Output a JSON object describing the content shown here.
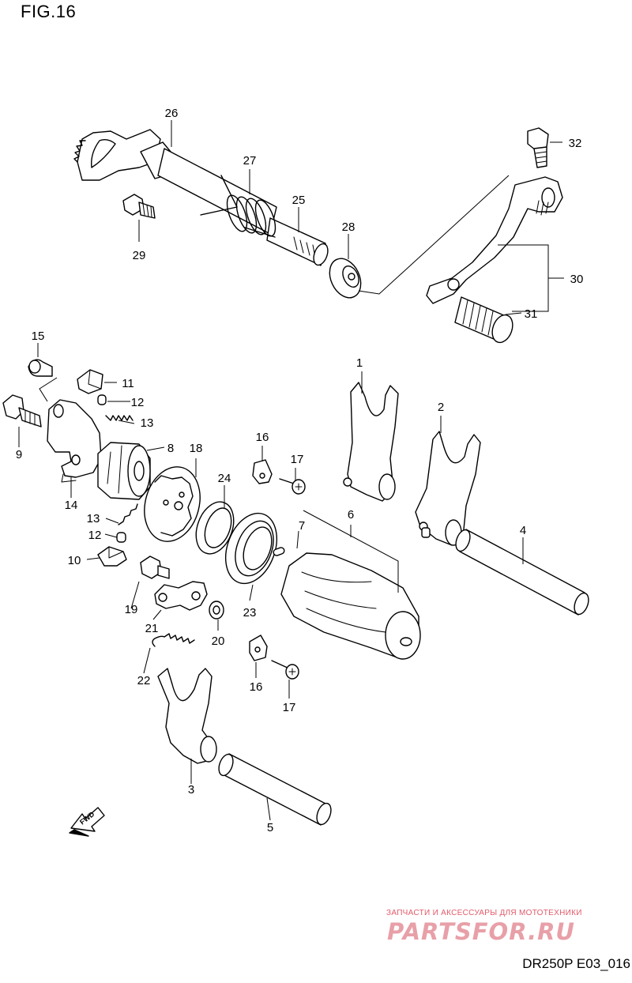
{
  "figure": {
    "title": "FIG.16",
    "model_code": "DR250P E03_016"
  },
  "watermark": {
    "tagline": "ЗАПЧАСТИ И АКСЕССУАРЫ ДЛЯ МОТОТЕХНИКИ",
    "brand": "PARTSFOR.RU",
    "color": "#e8a0a8"
  },
  "direction_indicator": {
    "label": "FWD",
    "icon": "fwd-arrow-icon"
  },
  "callouts": [
    "1",
    "2",
    "3",
    "4",
    "5",
    "6",
    "7",
    "8",
    "9",
    "10",
    "11",
    "12",
    "12",
    "13",
    "13",
    "14",
    "15",
    "16",
    "16",
    "17",
    "17",
    "18",
    "19",
    "20",
    "21",
    "22",
    "23",
    "24",
    "25",
    "26",
    "27",
    "28",
    "29",
    "30",
    "31",
    "32"
  ],
  "colors": {
    "line": "#000000",
    "background": "#ffffff",
    "watermark_red": "#e25a6a"
  }
}
